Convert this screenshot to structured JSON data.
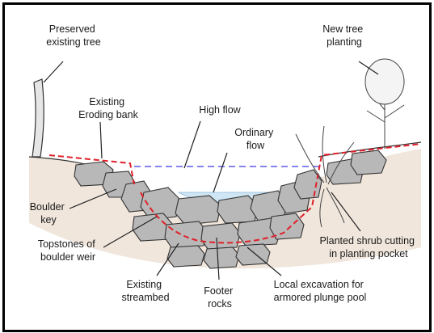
{
  "labels": {
    "preserved_tree": [
      "Preserved",
      "existing tree"
    ],
    "new_tree": [
      "New tree",
      "planting"
    ],
    "existing_bank": [
      "Existing",
      "Eroding bank"
    ],
    "high_flow": [
      "High flow"
    ],
    "ordinary_flow": [
      "Ordinary",
      "flow"
    ],
    "boulder_key": [
      "Boulder",
      "key"
    ],
    "topstones": [
      "Topstones of",
      "boulder weir"
    ],
    "planted_shrub": [
      "Planted shrub cutting",
      "in planting pocket"
    ],
    "existing_streambed": [
      "Existing",
      "streambed"
    ],
    "footer_rocks": [
      "Footer",
      "rocks"
    ],
    "local_excavation": [
      "Local excavation for",
      "armored plunge pool"
    ]
  },
  "colors": {
    "existing_profile_line": "#e0202a",
    "high_flow_line": "#3a3ae0",
    "water": "#cfe6f4",
    "rock_fill": "#b8b8b8",
    "soil": "#f0e6dc"
  }
}
